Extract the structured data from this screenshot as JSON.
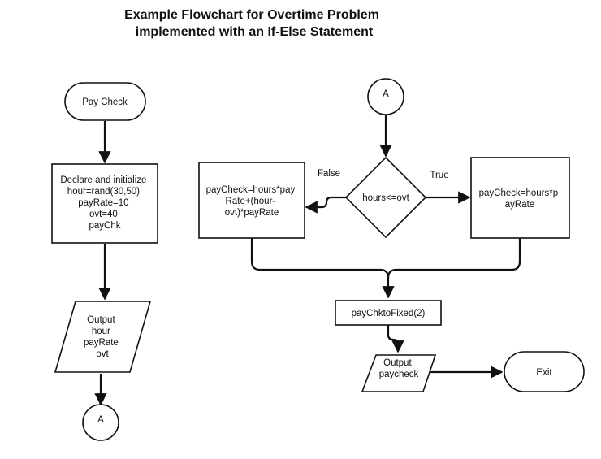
{
  "title": {
    "line1": "Example Flowchart for Overtime Problem",
    "line2": "implemented with an If-Else Statement"
  },
  "nodes": {
    "pay_check": "Pay Check",
    "declare": [
      "Declare and initialize",
      "hour=rand(30,50)",
      "payRate=10",
      "ovt=40",
      "payChk"
    ],
    "output_vars": [
      "Output",
      "hour",
      "payRate",
      "ovt"
    ],
    "connector_out": "A",
    "connector_in": "A",
    "decision": "hours<=ovt",
    "false_box": [
      "payCheck=hours*pay",
      "Rate+(hour-",
      "ovt)*payRate"
    ],
    "true_box": [
      "payCheck=hours*p",
      "ayRate"
    ],
    "to_fixed": "payChktoFixed(2)",
    "output_paycheck": [
      "Output",
      "paycheck"
    ],
    "exit": "Exit"
  },
  "edges": {
    "false_label": "False",
    "true_label": "True"
  },
  "colors": {
    "stroke": "#111111",
    "background": "#ffffff"
  }
}
